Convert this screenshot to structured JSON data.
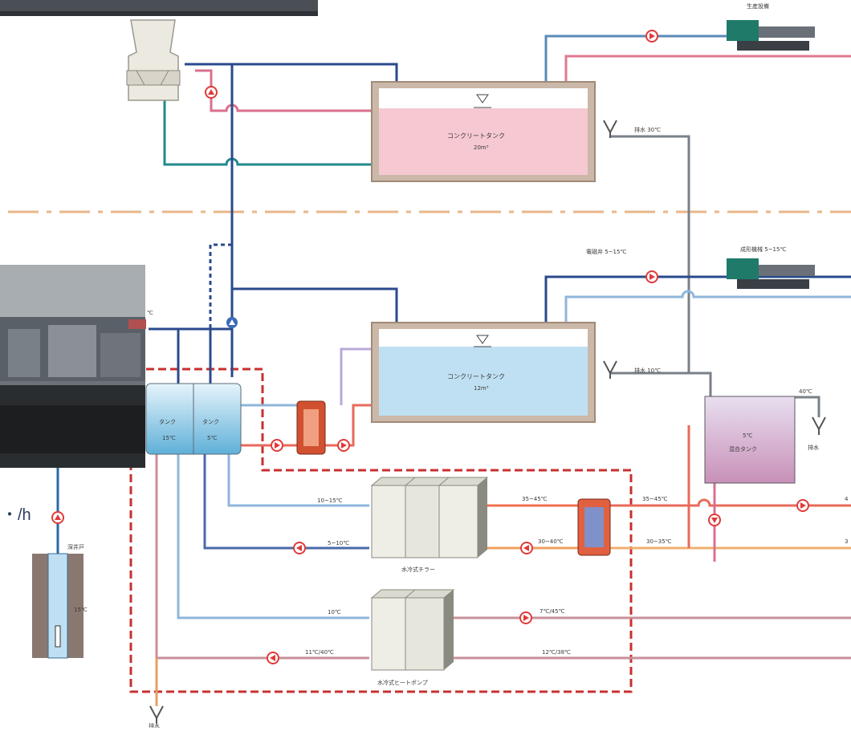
{
  "labels": {
    "production_top": "生産設備",
    "production_mid": "成形機械 5~15℃",
    "valve_top_right": "電磁弁 5~15℃",
    "concrete_tank_hot": "コンクリートタンク",
    "concrete_tank_hot_vol": "20m³",
    "concrete_tank_cold": "コンクリートタンク",
    "concrete_tank_cold_vol": "12m³",
    "return_hot": "排水 30℃",
    "return_cold": "排水 10℃",
    "tank_a": "タンク",
    "tank_a_temp": "15℃",
    "tank_b": "タンク",
    "tank_b_temp": "5℃",
    "mix_tank_temp": "5℃",
    "mix_tank": "混合タンク",
    "mix_out": "40℃",
    "drain_right": "排水",
    "drain_bottom": "排水",
    "flow_10_15": "10~15℃",
    "flow_5_10": "5~10℃",
    "flow_35_45": "35~45℃",
    "flow_30_40": "30~40℃",
    "flow_35_45_b": "35~45℃",
    "flow_30_35": "30~35℃",
    "chiller": "水冷式チラー",
    "flow_10": "10℃",
    "flow_7_45": "7℃/45℃",
    "flow_11_40": "11℃/40℃",
    "flow_12_38": "12℃/38℃",
    "heatpump": "水冷式ヒートポンプ",
    "well": "深井戸",
    "well_temp": "15℃",
    "flow_unit": "・/h",
    "left_temp": "℃",
    "right_edge_top": "4",
    "right_edge_bottom": "3"
  },
  "colors": {
    "hot_pipe": "#d9708c",
    "teal_pipe": "#1f8a8e",
    "navy_pipe": "#2a4a8c",
    "light_blue_pipe": "#8fb6dc",
    "gray_pipe": "#7a8088",
    "orange_pipe": "#f0a060",
    "red_pipe": "#e86a5a",
    "pink_tank": "#f6c8d2",
    "blue_tank": "#bfe0f2",
    "boundary": "#c83030",
    "pump": "#e03a3a"
  }
}
